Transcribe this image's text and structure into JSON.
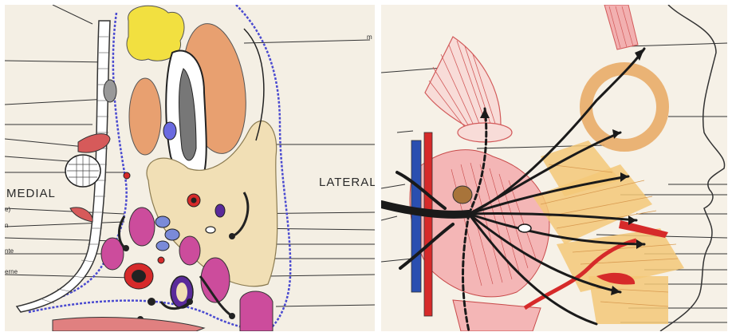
{
  "figure": {
    "left_panel": {
      "orientation_labels": {
        "medial": "MEDIAL",
        "lateral": "LATERAL"
      },
      "label_fragments": [
        "m",
        "e)",
        "n",
        "nte",
        "erne"
      ]
    },
    "right_panel": {}
  },
  "colors": {
    "paper": "#f4efe4",
    "vessel_red": "#d62a2a",
    "vessel_blue": "#2a4fb0",
    "nerve_black": "#1a1a1a",
    "muscle_orange": "#e8a070",
    "gland_yellow": "#f2e040",
    "fat_beige": "#f1dfb5",
    "muscle_magenta": "#cc4c9c",
    "wavy_border_blue": "#4a4ad0",
    "facial_muscle_yellow": "#f3c878"
  }
}
